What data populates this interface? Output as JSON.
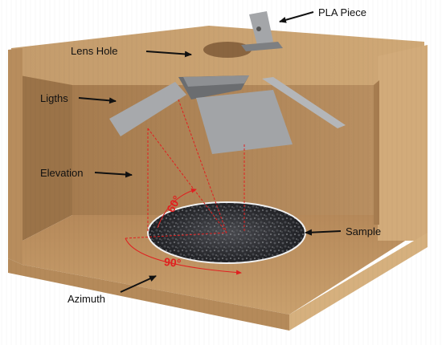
{
  "labels": {
    "pla_piece": "PLA Piece",
    "lens_hole": "Lens Hole",
    "lights": "Ligths",
    "elevation": "Elevation",
    "sample": "Sample",
    "azimuth": "Azimuth"
  },
  "angles": {
    "elevation_angle": "60°",
    "azimuth_angle": "90°"
  },
  "colors": {
    "wood_light": "#c49c6c",
    "wood_mid": "#b08658",
    "wood_dark": "#8f6a42",
    "panel_gray": "#9a9b9d",
    "annotation_red": "#e02020",
    "arrow_black": "#111111"
  }
}
